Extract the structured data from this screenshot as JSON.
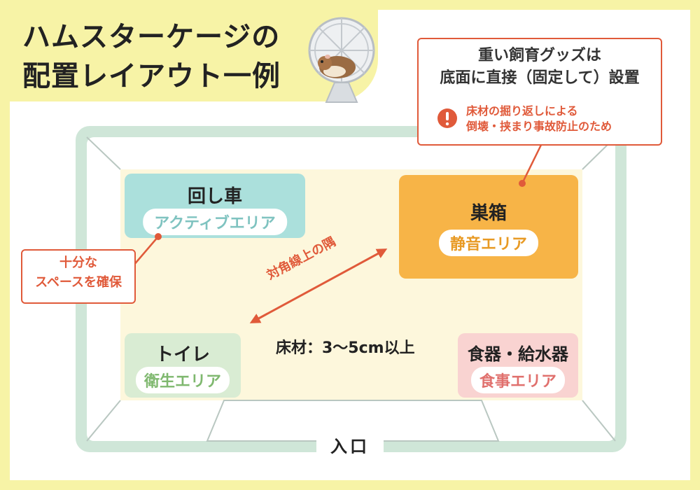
{
  "title": {
    "line1": "ハムスターケージの",
    "line2": "配置レイアウト一例"
  },
  "callout_top": {
    "line1": "重い飼育グッズは",
    "line2": "底面に直接（固定して）設置",
    "warning_line1": "床材の掘り返しによる",
    "warning_line2": "倒壊・挟まり事故防止のため",
    "warning_icon": "exclamation-icon"
  },
  "callout_left": {
    "line1": "十分な",
    "line2": "スペースを確保"
  },
  "zones": {
    "wheel": {
      "label": "回し車",
      "tag": "アクティブエリア"
    },
    "nest": {
      "label": "巣箱",
      "tag": "静音エリア"
    },
    "toilet": {
      "label": "トイレ",
      "tag": "衛生エリア"
    },
    "food": {
      "label": "食器・給水器",
      "tag": "食事エリア"
    }
  },
  "diagonal_label": "対角線上の隅",
  "bedding_label": "床材：3〜5cm以上",
  "entrance_label": "入口",
  "colors": {
    "background": "#f7f3a6",
    "cage_frame": "#cfe6d8",
    "cage_floor": "#fdf7dc",
    "wheel_zone": "#abe0dc",
    "wheel_tag": "#7fc3c0",
    "nest_zone": "#f7b447",
    "nest_tag": "#e89a24",
    "toilet_zone": "#d9ecd3",
    "toilet_tag": "#7fb86f",
    "food_zone": "#f9d3d1",
    "food_tag": "#e0706d",
    "accent": "#e05a3a"
  }
}
